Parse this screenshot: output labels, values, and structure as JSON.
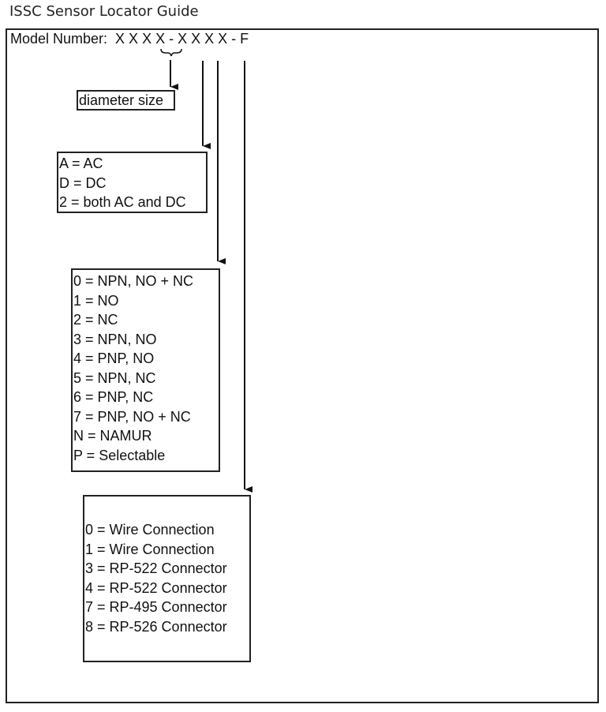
{
  "title": "ISSC Sensor Locator Guide",
  "model_number": "Model Number:  X X X X - X X X X - F",
  "boxes": {
    "diameter": [
      "diameter size"
    ],
    "power": [
      "A = AC",
      "D = DC",
      "2 = both AC and DC"
    ],
    "output": [
      "0 = NPN, NO + NC",
      "1 = NO",
      "2 = NC",
      "3 = NPN, NO",
      "4 = PNP, NO",
      "5 = NPN, NC",
      "6 = PNP, NC",
      "7 = PNP, NO + NC",
      "N = NAMUR",
      "P = Selectable"
    ],
    "connection": [
      "0 = Wire Connection",
      "1 = Wire Connection",
      "3 = RP-522 Connector",
      "4 = RP-522 Connector",
      "7 = RP-495 Connector",
      "8 = RP-526 Connector"
    ]
  }
}
